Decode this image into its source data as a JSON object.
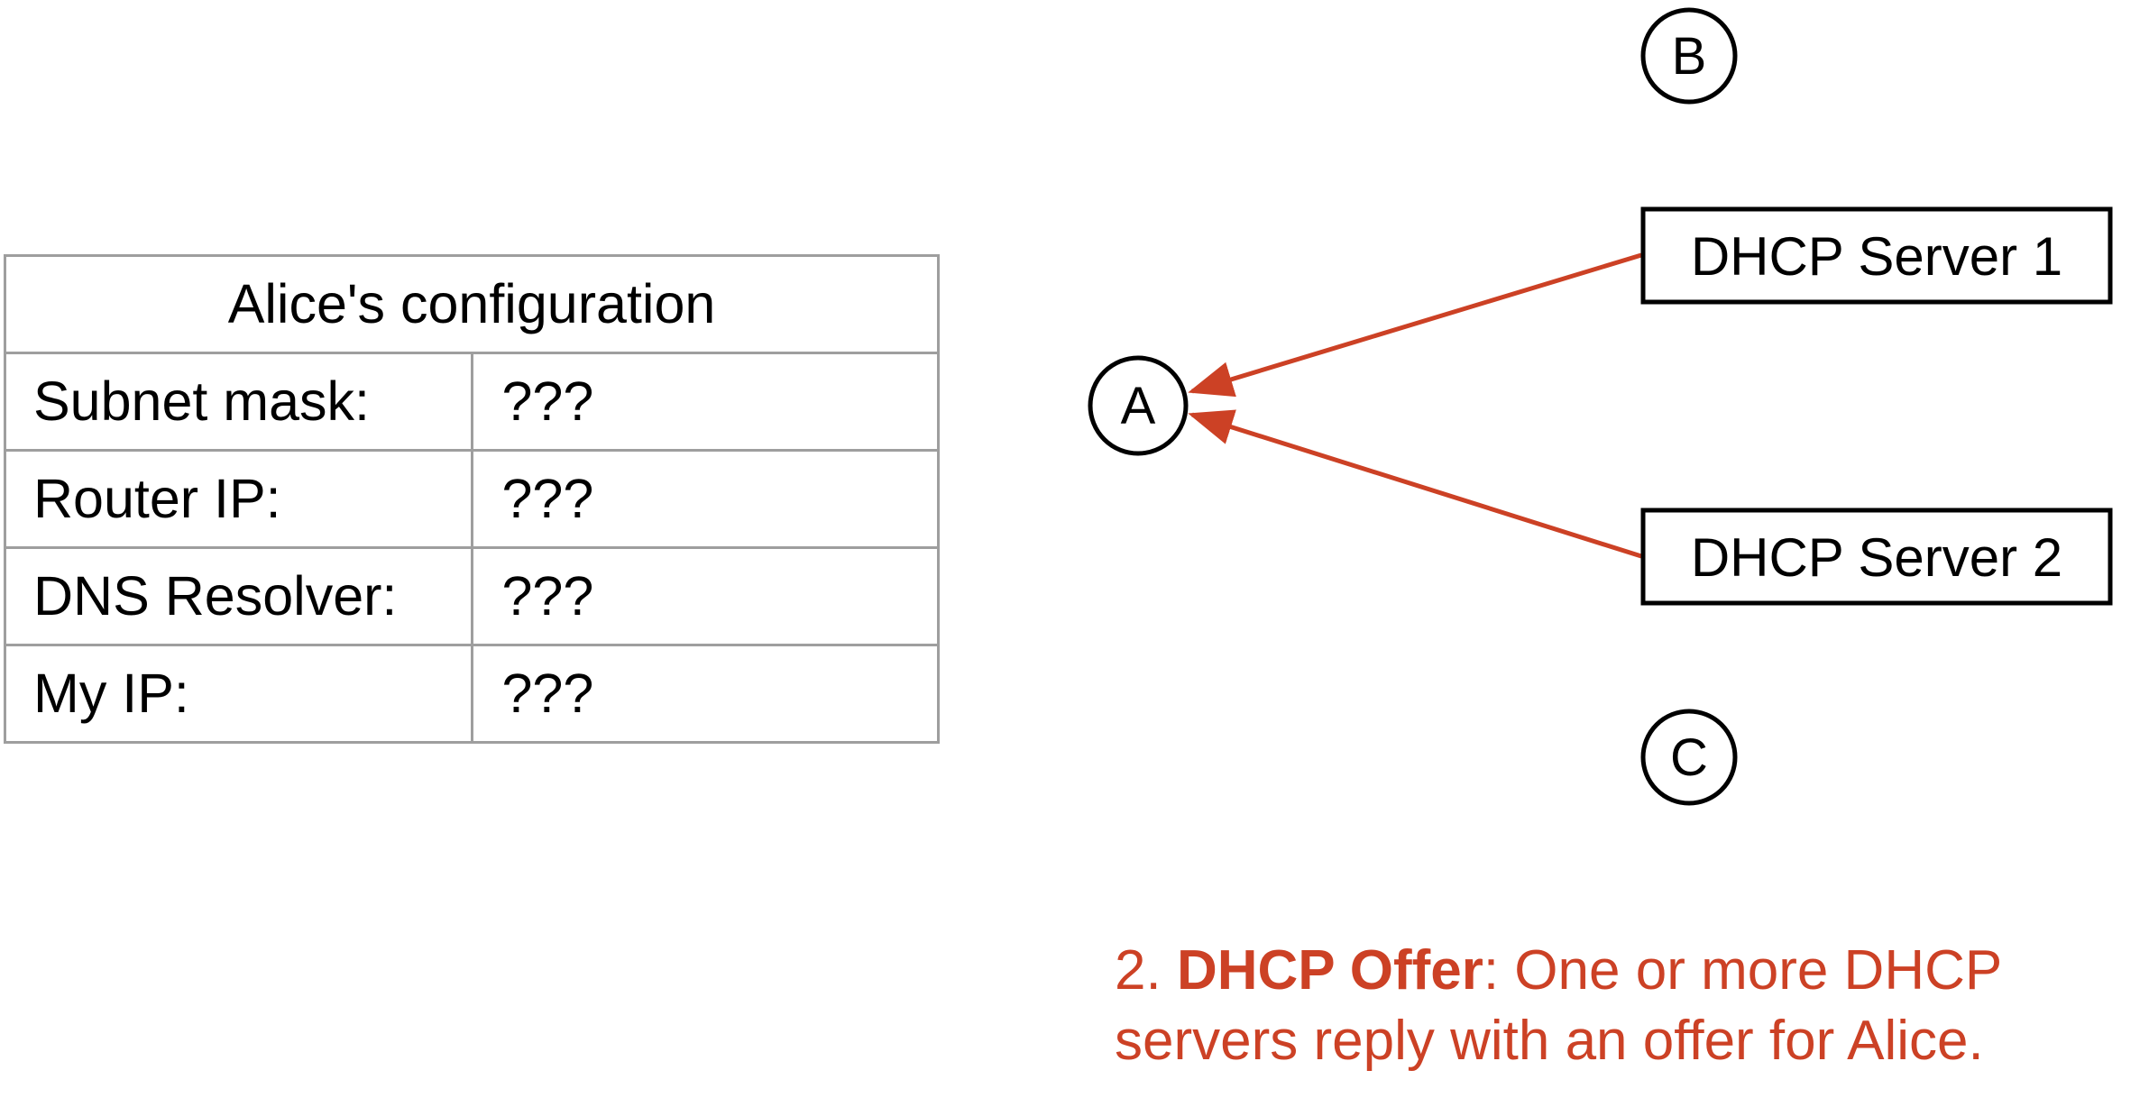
{
  "table": {
    "title": "Alice's configuration",
    "rows": [
      {
        "label": "Subnet mask:",
        "value": "???"
      },
      {
        "label": "Router IP:",
        "value": "???"
      },
      {
        "label": "DNS Resolver:",
        "value": "???"
      },
      {
        "label": "My IP:",
        "value": "???"
      }
    ]
  },
  "diagram": {
    "nodes": {
      "a": "A",
      "b": "B",
      "c": "C"
    },
    "servers": {
      "server1": "DHCP Server 1",
      "server2": "DHCP Server 2"
    },
    "arrow_color": "#cc4125"
  },
  "caption": {
    "step": "2. ",
    "term": "DHCP Offer",
    "rest": ": One or more DHCP servers reply with an offer for Alice."
  }
}
